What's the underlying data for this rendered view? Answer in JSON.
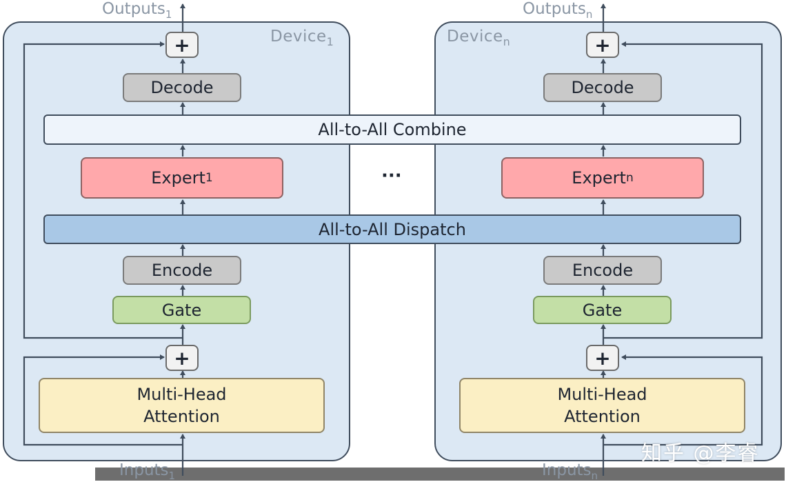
{
  "device_1": {
    "label": "Device",
    "label_sub": "1",
    "output_label": "Outputs",
    "output_sub": "1",
    "input_label": "Inputs",
    "input_sub": "1",
    "plus_top": "+",
    "decode": "Decode",
    "expert": "Expert",
    "expert_sub": "1",
    "encode": "Encode",
    "gate": "Gate",
    "plus_bottom": "+",
    "attention_line1": "Multi-Head",
    "attention_line2": "Attention"
  },
  "device_n": {
    "label": "Device",
    "label_sub": "n",
    "output_label": "Outputs",
    "output_sub": "n",
    "input_label": "Inputs",
    "input_sub": "n",
    "plus_top": "+",
    "decode": "Decode",
    "expert": "Expert",
    "expert_sub": "n",
    "encode": "Encode",
    "gate": "Gate",
    "plus_bottom": "+",
    "attention_line1": "Multi-Head",
    "attention_line2": "Attention"
  },
  "shared": {
    "combine": "All-to-All Combine",
    "dispatch": "All-to-All Dispatch",
    "ellipsis": "···"
  },
  "watermark": "知乎 @李睿",
  "colors": {
    "device_bg": "#dce8f4",
    "gray_box": "#c9c9c9",
    "gate": "#c3dfa6",
    "expert": "#ffa8ab",
    "attention": "#fbefc4",
    "dispatch": "#a9c8e6",
    "combine": "#eef4fb",
    "line": "#3f4c5c"
  }
}
